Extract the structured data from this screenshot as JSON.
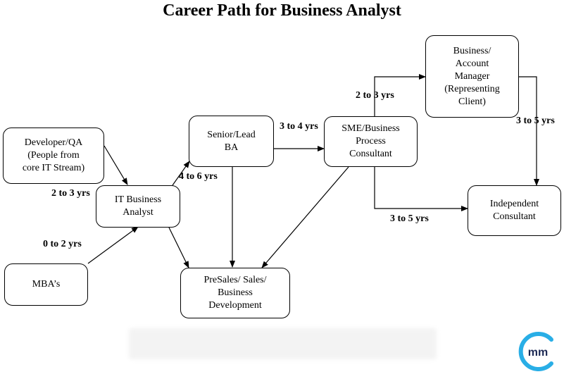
{
  "title": "Career Path for Business Analyst",
  "nodes": {
    "developer_qa": "Developer/QA\n(People from\ncore IT Stream)",
    "mba": "MBA’s",
    "it_ba": "IT Business\nAnalyst",
    "senior_ba": "Senior/Lead\nBA",
    "sme": "SME/Business\nProcess\nConsultant",
    "account_manager": "Business/\nAccount\nManager\n(Representing\nClient)",
    "independent": "Independent\nConsultant",
    "presales": "PreSales/ Sales/\nBusiness\nDevelopment"
  },
  "edge_labels": {
    "dev_to_ba": "2 to 3 yrs",
    "mba_to_ba": "0 to 2 yrs",
    "ba_to_senior": "4 to 6 yrs",
    "senior_to_sme": "3 to 4 yrs",
    "sme_to_manager": "2 to 3 yrs",
    "manager_to_independent": "3 to 5 yrs",
    "sme_to_independent": "3 to 5 yrs"
  },
  "logo_text": "mm",
  "colors": {
    "logo_blue": "#29aee6",
    "logo_navy": "#1e2a55"
  }
}
